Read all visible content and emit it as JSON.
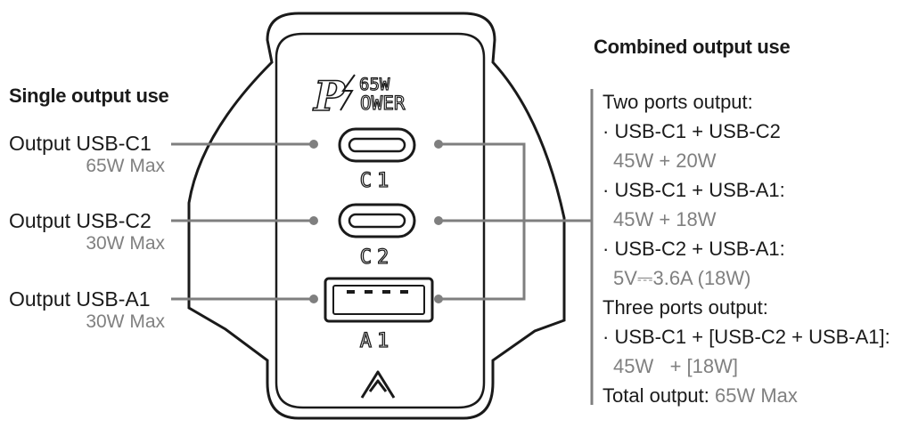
{
  "single": {
    "heading": "Single output use",
    "ports": [
      {
        "name": "Output USB-C1",
        "max": "65W Max"
      },
      {
        "name": "Output USB-C2",
        "max": "30W Max"
      },
      {
        "name": "Output USB-A1",
        "max": "30W Max"
      }
    ]
  },
  "charger": {
    "logo_p": "P",
    "logo_watt": "65W",
    "logo_ower": "OWER",
    "port_labels": [
      "C1",
      "C2",
      "A1"
    ]
  },
  "combined": {
    "heading": "Combined output use",
    "two_ports_title": "Two ports output:",
    "two_ports": [
      {
        "combo": "· USB-C1 + USB-C2",
        "power": "45W + 20W"
      },
      {
        "combo": "· USB-C1 + USB-A1:",
        "power": "45W + 18W"
      },
      {
        "combo": "· USB-C2 + USB-A1:",
        "power": "5V⎓3.6A (18W)"
      }
    ],
    "three_ports_title": "Three ports output:",
    "three_ports": [
      {
        "combo": "· USB-C1 + [USB-C2 + USB-A1]:",
        "power": "45W   + [18W]"
      }
    ],
    "total_label": "Total output:",
    "total_value": "65W Max"
  }
}
